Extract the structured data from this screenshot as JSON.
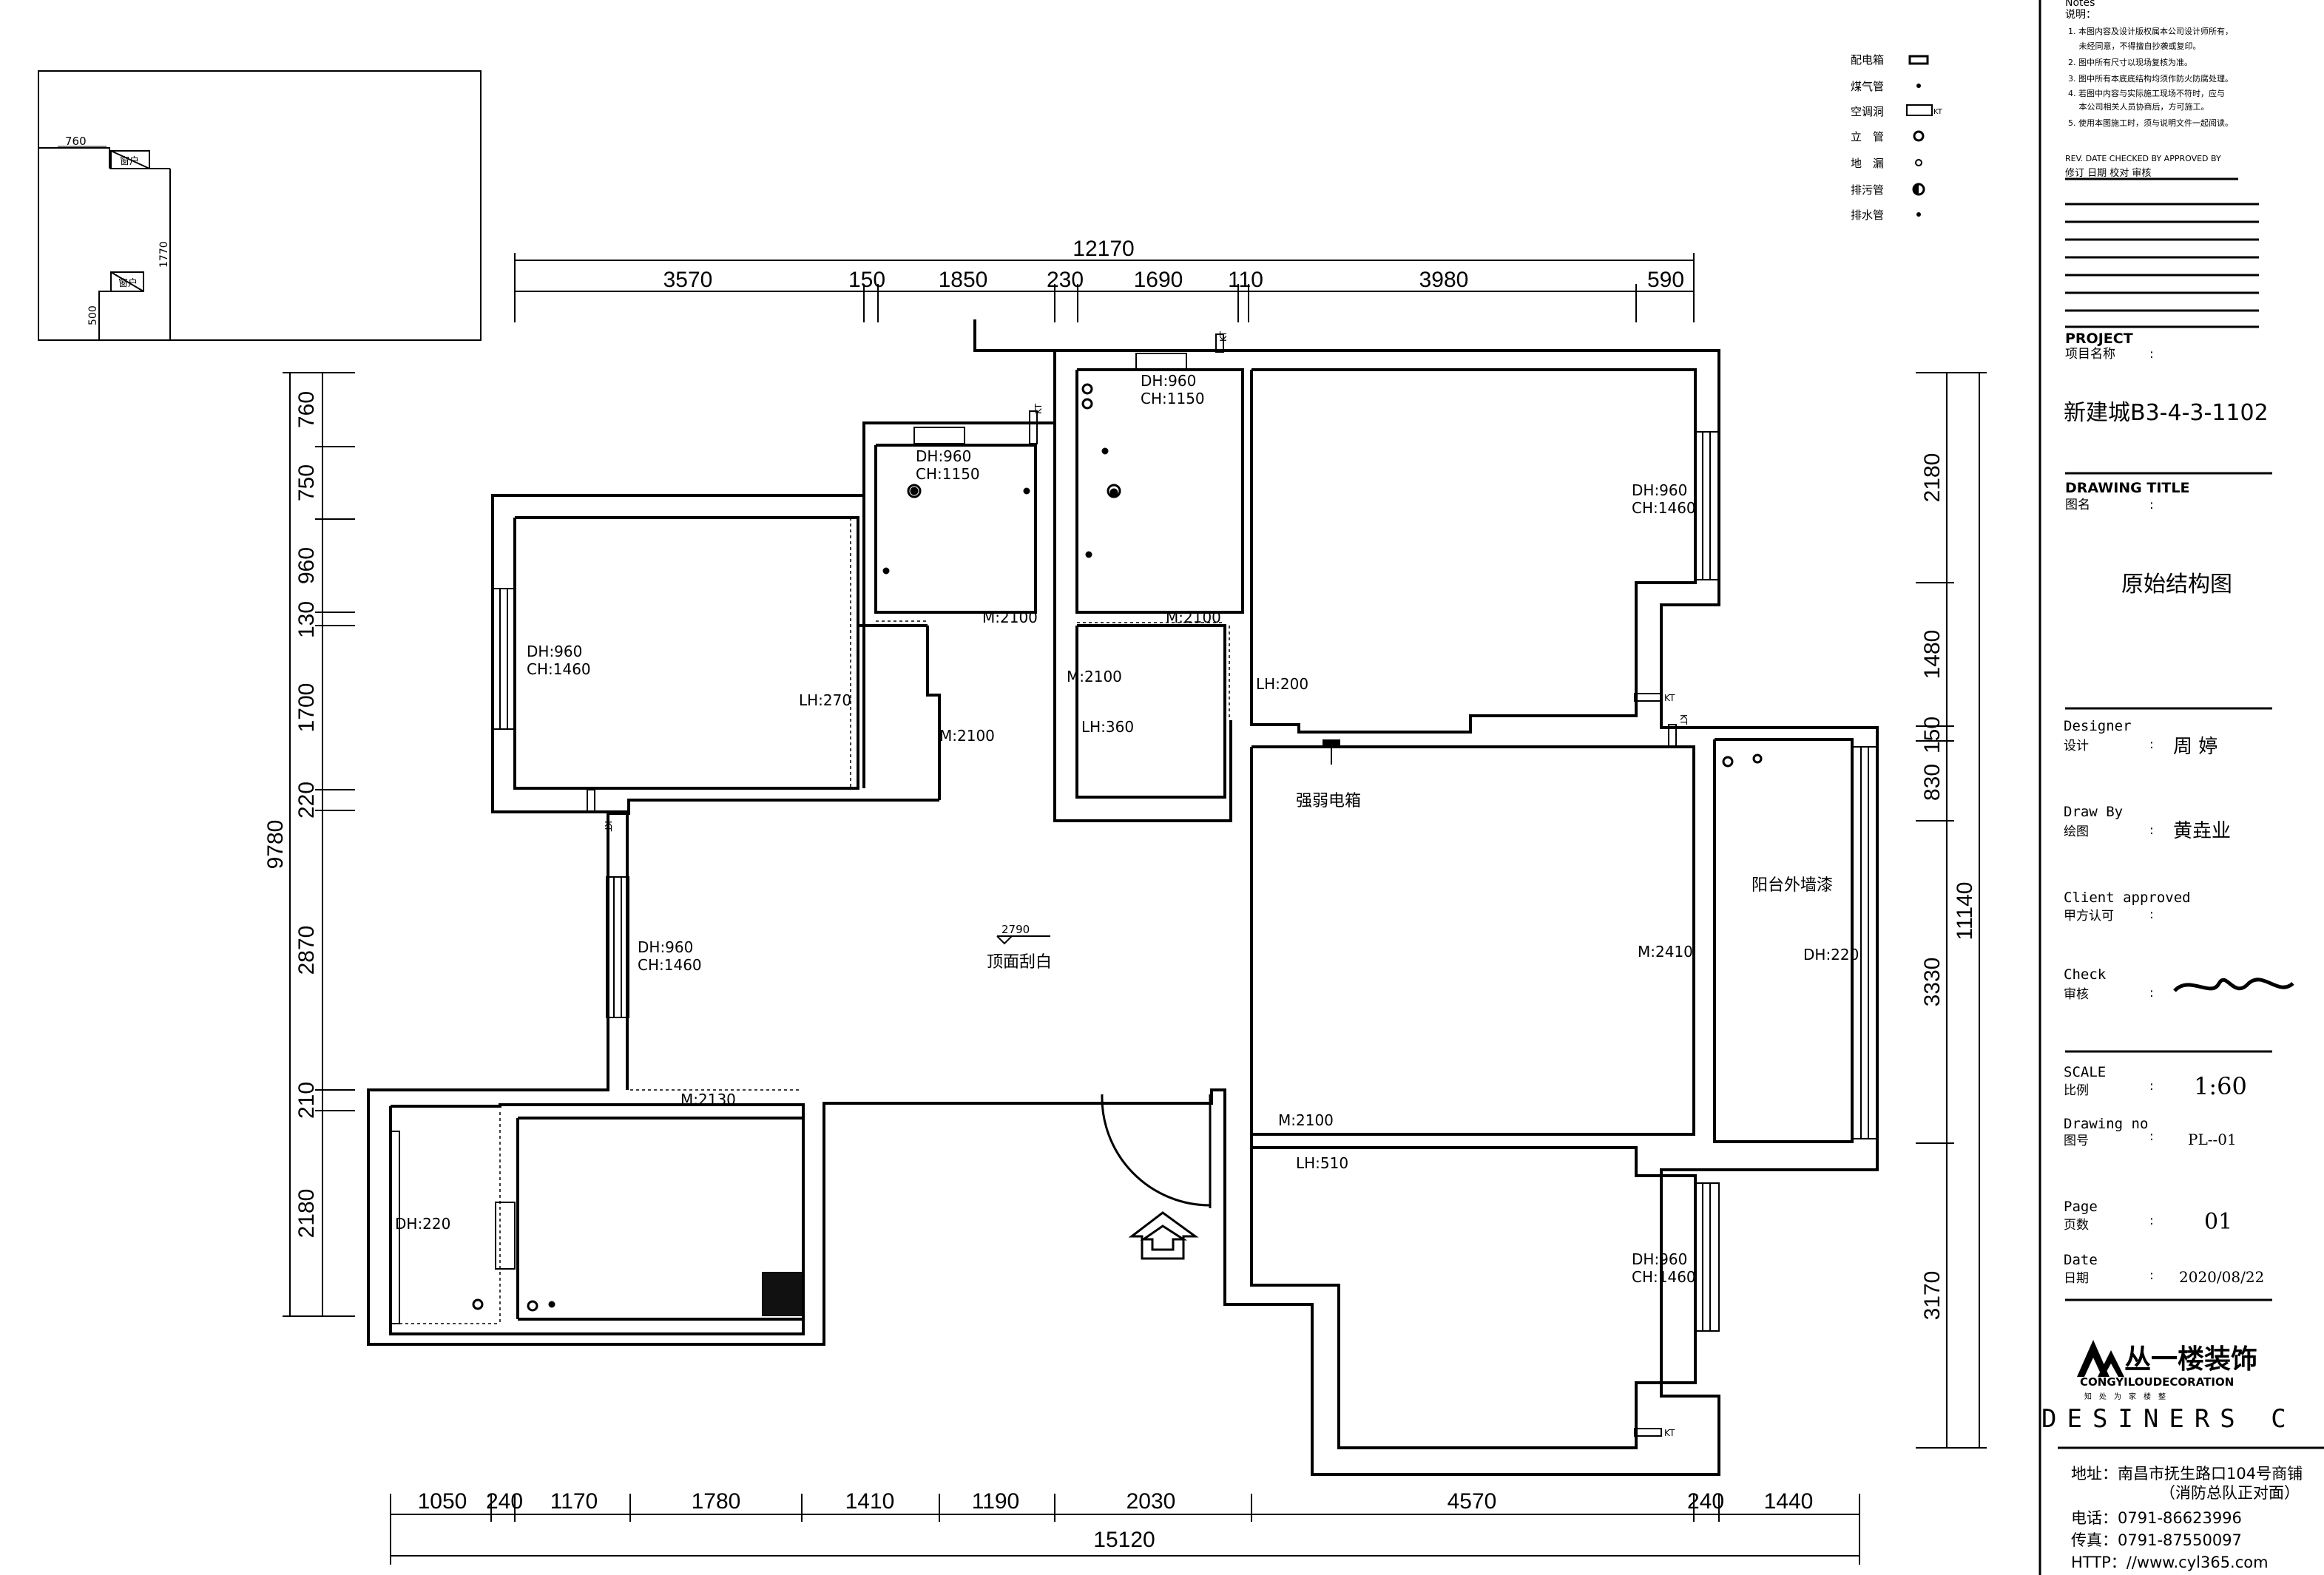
{
  "dimensions": {
    "top_total": "12170",
    "top": [
      "3570",
      "150",
      "1850",
      "230",
      "1690",
      "110",
      "3980",
      "590"
    ],
    "bottom_total": "15120",
    "bottom": [
      "1050",
      "240",
      "1170",
      "1780",
      "1410",
      "1190",
      "2030",
      "4570",
      "240",
      "1440"
    ],
    "left_total": "9780",
    "left": [
      "760",
      "750",
      "960",
      "130",
      "1700",
      "220",
      "2870",
      "210",
      "2180"
    ],
    "right_total": "11140",
    "right": [
      "2180",
      "1480",
      "150",
      "830",
      "3330",
      "3170"
    ]
  },
  "inset": {
    "d760": "760",
    "d1770": "1770",
    "d500": "500",
    "box1": "窗户",
    "box2": "窗户"
  },
  "labels": {
    "win_dh960": "DH:960",
    "win_ch1460": "CH:1460",
    "win_ch1150": "CH:1150",
    "dh220": "DH:220",
    "m2100": "M:2100",
    "m2410": "M:2410",
    "m2130": "M:2130",
    "lh270": "LH:270",
    "lh360": "LH:360",
    "lh200": "LH:200",
    "lh510": "LH:510",
    "kt": "KT",
    "ceiling_level": "2790",
    "ceiling_note": "顶面刮白",
    "elec_box": "强弱电箱",
    "balcony_note": "阳台外墙漆"
  },
  "legend": [
    {
      "label": "配电箱",
      "icon": "distribution-box-icon"
    },
    {
      "label": "煤气管",
      "icon": "gas-pipe-icon"
    },
    {
      "label": "空调洞",
      "icon": "ac-hole-icon"
    },
    {
      "label": "立　管",
      "icon": "riser-pipe-icon"
    },
    {
      "label": "地　漏",
      "icon": "floor-drain-icon"
    },
    {
      "label": "排污管",
      "icon": "sewage-pipe-icon"
    },
    {
      "label": "排水管",
      "icon": "drain-pipe-icon"
    }
  ],
  "titleblock": {
    "notes_title_en": "Notes",
    "notes_title_cn": "说明：",
    "notes": [
      "1. 本图内容及设计版权属本公司设计师所有，",
      "　 未经同意，不得擅自抄袭或复印。",
      "2. 图中所有尺寸以现场复核为准。",
      "3. 图中所有本底底结构均须作防火防腐处理。",
      "4. 若图中内容与实际施工现场不符时，应与",
      "　 本公司相关人员协商后，方可施工。",
      "5. 使用本图施工时，须与说明文件一起阅读。"
    ],
    "rev_en": "REV.  DATE  CHECKED BY  APPROVED BY",
    "rev_cn": "修订  日期  校对  审核",
    "project_en": "PROJECT",
    "project_cn": "项目名称",
    "project_name": "新建城B3-4-3-1102",
    "drawing_title_en": "DRAWING TITLE",
    "drawing_title_cn": "图名",
    "drawing_title": "原始结构图",
    "designer_en": "Designer",
    "designer_cn": "设计",
    "designer": "周 婷",
    "drawby_en": "Draw By",
    "drawby_cn": "绘图",
    "drawby": "黄垚业",
    "client_en": "Client approved",
    "client_cn": "甲方认可",
    "check_en": "Check",
    "check_cn": "审核",
    "scale_en": "SCALE",
    "scale_cn": "比例",
    "scale": "1:60",
    "drawingno_en": "Drawing no",
    "drawingno_cn": "图号",
    "drawingno": "PL--01",
    "page_en": "Page",
    "page_cn": "页数",
    "page": "01",
    "date_en": "Date",
    "date_cn": "日期",
    "date": "2020/08/22",
    "colon": ":",
    "company_cn": "丛一楼装饰",
    "company_en": "CONGYILOUDECORATION",
    "company_slogan": "知　处　为　家　楼　整",
    "desiners": "DESINERS C",
    "address": "地址：南昌市抚生路口104号商铺",
    "address2": "（消防总队正对面）",
    "phone": "电话：0791-86623996",
    "fax": "传真：0791-87550097",
    "http": "HTTP：//www.cyl365.com"
  }
}
